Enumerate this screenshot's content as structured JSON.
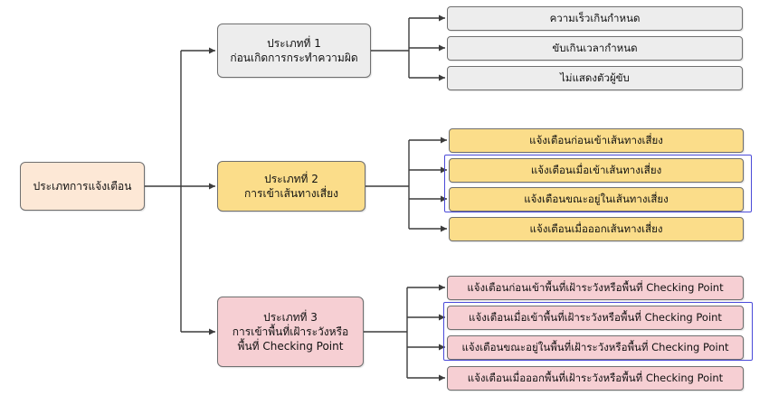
{
  "colors": {
    "root_fill": "#fde8d6",
    "gray_fill": "#ededed",
    "yellow_fill": "#fbdd8a",
    "pink_fill": "#f6cfd3",
    "connector": "#3c3c3c",
    "highlight_border": "#4a4ad8"
  },
  "diagram": {
    "root": {
      "label": "ประเภทการแจ้งเตือน"
    },
    "categories": [
      {
        "lines": [
          "ประเภทที่ 1",
          "ก่อนเกิดการกระทำความผิด"
        ],
        "children": [
          "ความเร็วเกินกำหนด",
          "ขับเกินเวลากำหนด",
          "ไม่แสดงตัวผู้ขับ"
        ]
      },
      {
        "lines": [
          "ประเภทที่ 2",
          "การเข้าเส้นทางเสี่ยง"
        ],
        "children": [
          "แจ้งเตือนก่อนเข้าเส้นทางเสี่ยง",
          "แจ้งเตือนเมื่อเข้าเส้นทางเสี่ยง",
          "แจ้งเตือนขณะอยู่ในเส้นทางเสี่ยง",
          "แจ้งเตือนเมื่อออกเส้นทางเสี่ยง"
        ]
      },
      {
        "lines": [
          "ประเภทที่ 3",
          "การเข้าพื้นที่เฝ้าระวังหรือ",
          "พื้นที่ Checking Point"
        ],
        "children": [
          "แจ้งเตือนก่อนเข้าพื้นที่เฝ้าระวังหรือพื้นที่ Checking Point",
          "แจ้งเตือนเมื่อเข้าพื้นที่เฝ้าระวังหรือพื้นที่ Checking Point",
          "แจ้งเตือนขณะอยู่ในพื้นที่เฝ้าระวังหรือพื้นที่ Checking Point",
          "แจ้งเตือนเมื่อออกพื้นที่เฝ้าระวังหรือพื้นที่ Checking Point"
        ]
      }
    ]
  }
}
